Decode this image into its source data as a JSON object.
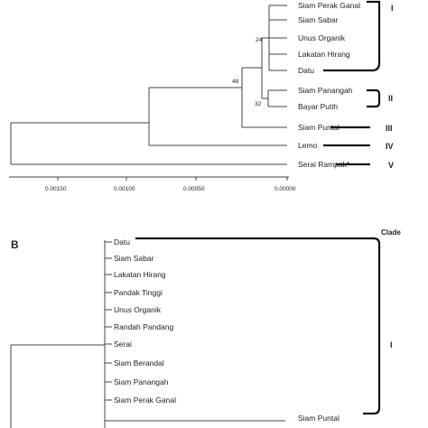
{
  "panel_a": {
    "taxa": [
      "Siam Perak Ganal",
      "Siam Sabar",
      "Unus Organik",
      "Lakatan Hirang",
      "Datu",
      "Siam Panangah",
      "Bayar Putih",
      "Siam Puntal",
      "Lemo",
      "Serai Rampak*"
    ],
    "bootstrap": [
      "24",
      "48",
      "32"
    ],
    "axis_ticks": [
      "0.00150",
      "0.00100",
      "0.00050",
      "0.00000"
    ],
    "clades": [
      "I",
      "II",
      "III",
      "IV",
      "V"
    ]
  },
  "panel_b": {
    "label": "B",
    "clade_heading": "Clade",
    "taxa": [
      "Datu",
      "Siam Sabar",
      "Lakatan Hirang",
      "Pandak Tinggi",
      "Unus Organik",
      "Randah Pandang",
      "Serai",
      "Siam Berandal",
      "Siam Panangah",
      "Siam Perak Ganal",
      "Siam Puntal"
    ],
    "clades": [
      "I"
    ]
  }
}
